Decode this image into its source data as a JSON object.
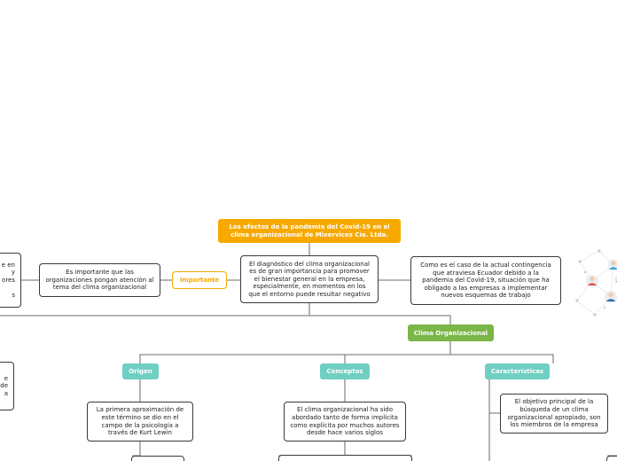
{
  "central_topic": "Los efectos de la pandemia del Covid-19 en el clima organizacional de Mixervices Cia. Ltda.",
  "center_node": "El diagnóstico del clima organizacional es de gran importancia para promover el bienestar general en la empresa, especialmente, en momentos en los que el entorno puede resultar negativo",
  "right_node": "Como es el caso de la actual contingencia que atraviesa Ecuador debido a la pandemia del Covid-19, situación que ha obligado a las empresas a implementar nuevos esquemas de trabajo",
  "importante_label": "Importante",
  "importante_node": "Es importante que las organizaciones pongan atención al tema del clima organizacional",
  "left_clipped_node": "e en\ny\nores\n\ns",
  "left_clipped_node_2": "e\nde\na",
  "clima_label": "Clima Organizacional",
  "origen": {
    "label": "Origen",
    "text": "La primera aproximación de este término se dio en el campo de la psicología a través de Kurt Lewin"
  },
  "conceptos": {
    "label": "Conceptos",
    "text": "El clima organizacional ha sido abordado tanto de forma implícita como explícita por muchos autores desde hace varios siglos"
  },
  "caracteristicas": {
    "label": "Características",
    "text": "El objetivo principal de la búsqueda de un clima organizacional apropiado, son los miembros de la empresa"
  },
  "colors": {
    "central": "#f7a900",
    "importante": "#f7a900",
    "clima": "#7ab648",
    "subtopic": "#6fcfc2",
    "lines": "#8a8a8a"
  },
  "icons": [
    "people-network-icon"
  ]
}
